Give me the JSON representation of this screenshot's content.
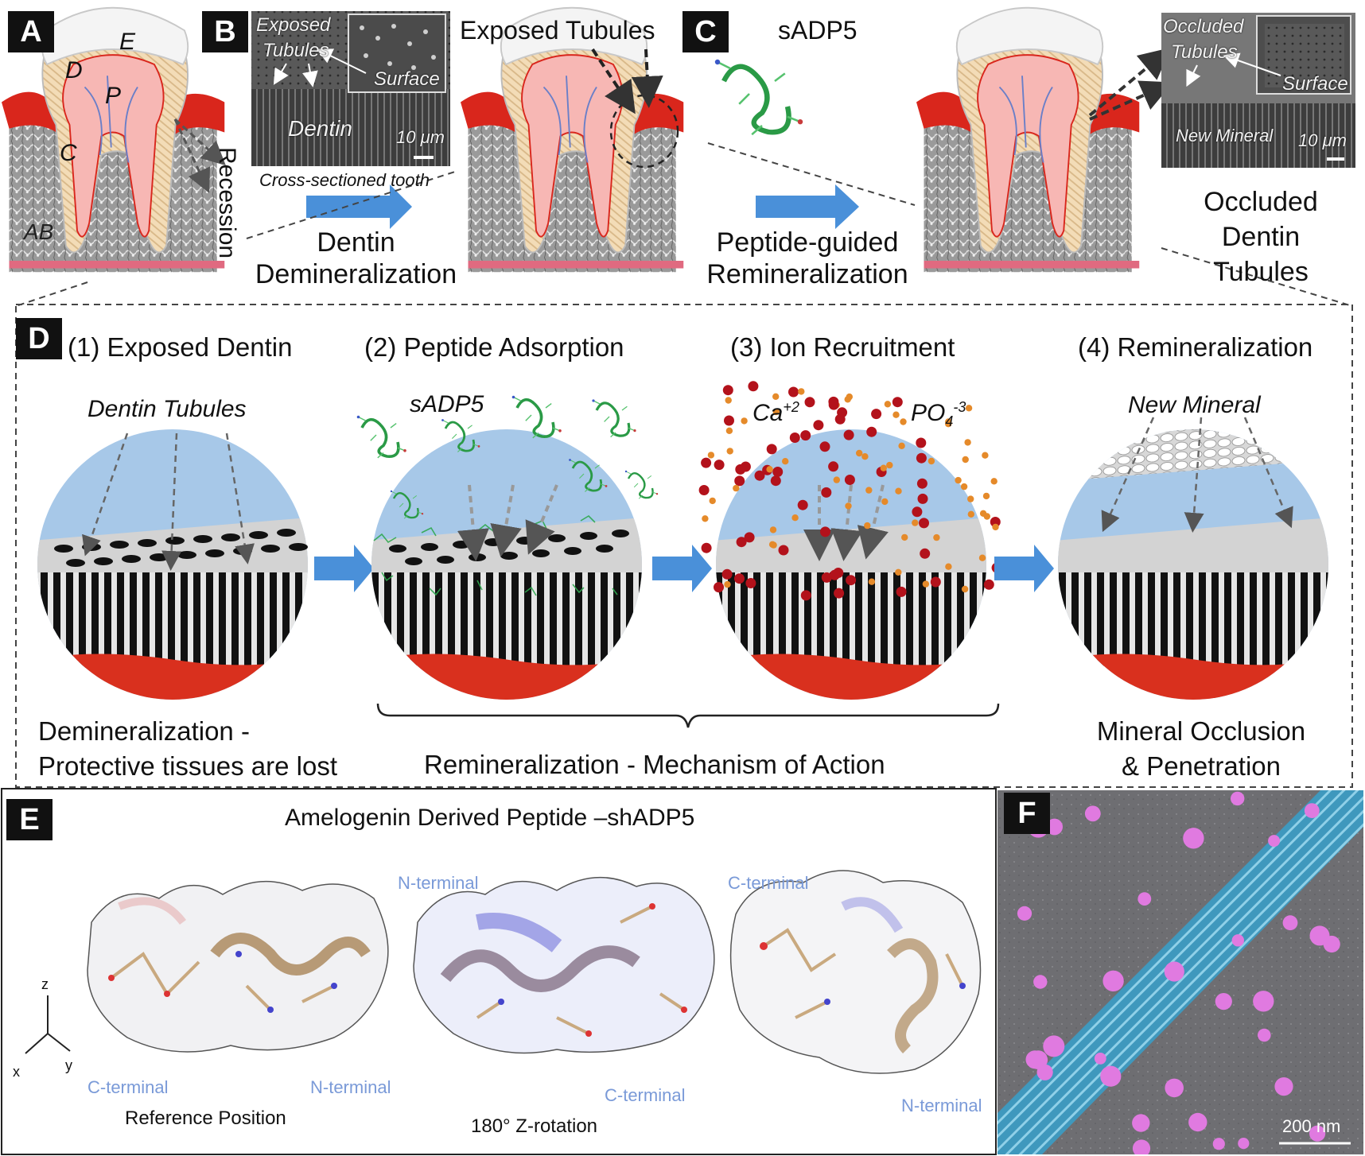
{
  "panels": {
    "a": "A",
    "b": "B",
    "c": "C",
    "d": "D",
    "e": "E",
    "f": "F"
  },
  "top": {
    "tooth_labels": {
      "e": "E",
      "d": "D",
      "p": "P",
      "c": "C",
      "ab": "AB"
    },
    "recession": "Recession",
    "sem_b": {
      "exposed": "Exposed",
      "tubules": "Tubules",
      "surface": "Surface",
      "dentin": "Dentin",
      "scale": "10 μm"
    },
    "cross_sectioned": "Cross-sectioned tooth",
    "exposed_tubules": "Exposed Tubules",
    "step1_line1": "Dentin",
    "step1_line2": "Demineralization",
    "sadp5": "sADP5",
    "step2_line1": "Peptide-guided",
    "step2_line2": "Remineralization",
    "sem_c": {
      "occluded": "Occluded",
      "tubules": "Tubules",
      "surface": "Surface",
      "new_mineral": "New Mineral",
      "scale": "10 μm"
    },
    "occluded_line1": "Occluded",
    "occluded_line2": "Dentin",
    "occluded_line3": "Tubules"
  },
  "stages": {
    "s1": {
      "title": "(1) Exposed Dentin",
      "label": "Dentin Tubules"
    },
    "s2": {
      "title": "(2) Peptide Adsorption",
      "label": "sADP5"
    },
    "s3": {
      "title": "(3) Ion Recruitment",
      "ca": "Ca",
      "ca_sup": "+2",
      "po": "PO",
      "po_sub": "4",
      "po_sup": "-3"
    },
    "s4": {
      "title": "(4) Remineralization",
      "label": "New Mineral"
    },
    "cap1_line1": "Demineralization -",
    "cap1_line2": "Protective tissues are lost",
    "cap_mid": "Remineralization - Mechanism of Action",
    "cap4_line1": "Mineral Occlusion",
    "cap4_line2": "& Penetration"
  },
  "panel_e": {
    "title": "Amelogenin Derived Peptide –shADP5",
    "axes": {
      "z": "z",
      "x": "x",
      "y": "y"
    },
    "view1": {
      "c_term": "C-terminal",
      "n_term": "N-terminal",
      "caption": "Reference Position"
    },
    "view2": {
      "n_term": "N-terminal",
      "c_term": "C-terminal",
      "caption": "180° Z-rotation"
    },
    "view3": {
      "c_term": "C-terminal",
      "n_term": "N-terminal"
    }
  },
  "panel_f": {
    "scale": "200 nm"
  },
  "colors": {
    "gum_red": "#d9261c",
    "dentin_tan": "#f0d9b5",
    "pulp_pink": "#f7b7b4",
    "arrow_blue": "#4a90d9",
    "sky_blue": "#a7c8e8",
    "peptide_green": "#2fa84f",
    "ion_red": "#b3121b",
    "ion_orange": "#e58a2a",
    "fiber_cyan": "#4aa3c8",
    "particle_magenta": "#e07ae0",
    "terminal_blue": "#7a9ad8"
  }
}
